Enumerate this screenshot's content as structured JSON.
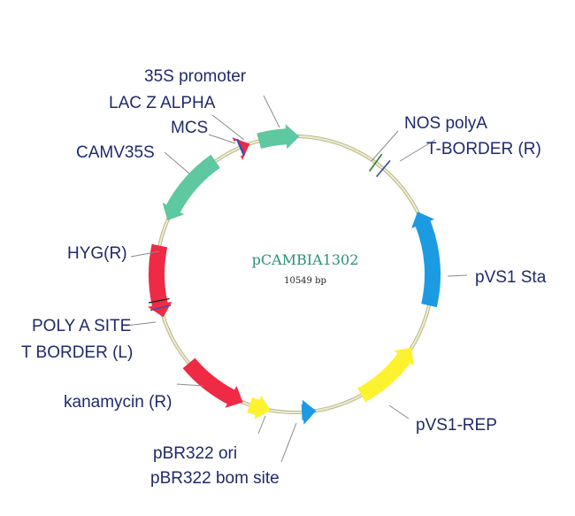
{
  "plasmid": {
    "name": "pCAMBIA1302",
    "size": "10549 bp",
    "backbone_color": "#efeecd"
  },
  "features": [
    {
      "id": "p35s-arrow",
      "label": "35S promoter",
      "color": "#5ec8a0"
    },
    {
      "id": "camv-arrow",
      "label": "CAMV35S",
      "color": "#5ec8a0"
    },
    {
      "id": "hyg-arrow",
      "label": "HYG(R)",
      "color": "#ee2a45"
    },
    {
      "id": "kan-arrow",
      "label": "kanamycin (R)",
      "color": "#ee2a45"
    },
    {
      "id": "ori-arrow",
      "label": "pBR322 ori",
      "color": "#fdf22f"
    },
    {
      "id": "bom-arrow",
      "label": "pBR322 bom site",
      "color": "#1c9be3"
    },
    {
      "id": "rep-arrow",
      "label": "pVS1-REP",
      "color": "#fdf22f"
    },
    {
      "id": "sta-arrow",
      "label": "pVS1 Sta",
      "color": "#1c9be3"
    },
    {
      "id": "lacz",
      "label": "LAC Z ALPHA",
      "color": "#ee2a45"
    },
    {
      "id": "mcs",
      "label": "MCS",
      "color": "#3a4fb0"
    },
    {
      "id": "nos",
      "label": "NOS polyA",
      "color": "#2e7d32"
    },
    {
      "id": "tbr",
      "label": "T-BORDER (R)",
      "color": "#3a4fb0"
    },
    {
      "id": "polya",
      "label": "POLY A SITE",
      "color": "#222222"
    },
    {
      "id": "tbl",
      "label": "T BORDER (L)",
      "color": "#3a4fb0"
    }
  ]
}
